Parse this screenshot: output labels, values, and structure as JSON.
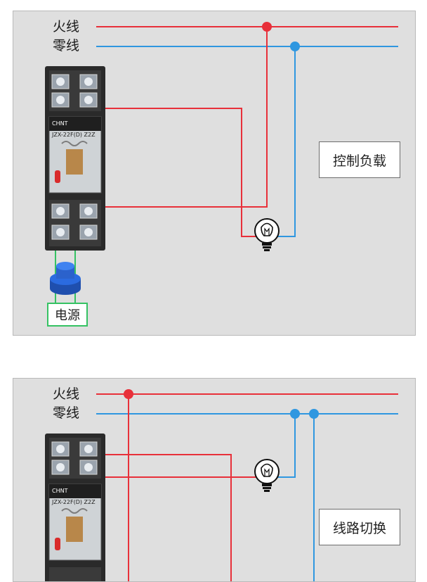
{
  "diagram1": {
    "live_label": "火线",
    "neutral_label": "零线",
    "load_label": "控制负载",
    "power_label": "电源"
  },
  "diagram2": {
    "live_label": "火线",
    "neutral_label": "零线",
    "switch_label": "线路切换"
  },
  "relay": {
    "brand": "CHNT",
    "model": "JZX-22F(D) Z2Z"
  },
  "colors": {
    "live_wire": "#e8303a",
    "neutral_wire": "#2f97e0",
    "power_wire": "#35c263",
    "panel_bg": "#dfdfdf"
  }
}
